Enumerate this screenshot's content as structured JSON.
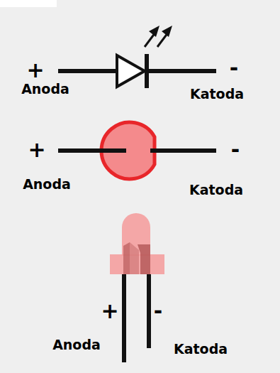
{
  "diagram": {
    "labels": [
      "+",
      "-",
      "Anoda",
      "Katoda",
      "+",
      "-",
      "Anoda",
      "Katoda",
      "+",
      "-",
      "Anoda",
      "Katoda"
    ]
  }
}
